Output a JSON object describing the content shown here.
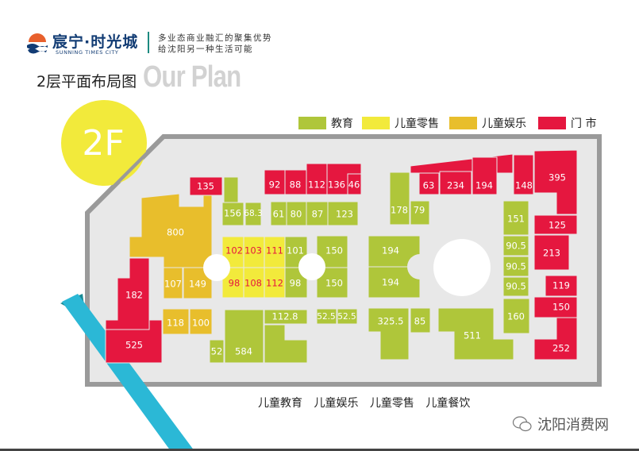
{
  "header": {
    "brand_name": "宸宁·时光城",
    "brand_en": "SUNNING TIMES CITY",
    "slogan_line1": "多业态商业融汇的聚集优势",
    "slogan_line2": "给沈阳另一种生活可能",
    "title": "2层平面布局图",
    "title_en": "Our Plan"
  },
  "floor_badge": "2F",
  "colors": {
    "education": "#afc63a",
    "kids_retail": "#f2ea3b",
    "kids_entertainment": "#e8be2c",
    "store": "#e5173f"
  },
  "legend": [
    {
      "label": "教育",
      "color": "#afc63a"
    },
    {
      "label": "儿童零售",
      "color": "#f2ea3b"
    },
    {
      "label": "儿童娱乐",
      "color": "#e8be2c"
    },
    {
      "label": "门 市",
      "color": "#e5173f"
    }
  ],
  "units": [
    {
      "area": "135",
      "type": "store"
    },
    {
      "area": "92",
      "type": "store"
    },
    {
      "area": "88",
      "type": "store"
    },
    {
      "area": "112",
      "type": "store"
    },
    {
      "area": "136",
      "type": "store"
    },
    {
      "area": "46",
      "type": "store"
    },
    {
      "area": "156",
      "type": "education"
    },
    {
      "area": "68.3",
      "type": "education"
    },
    {
      "area": "61",
      "type": "education"
    },
    {
      "area": "80",
      "type": "education"
    },
    {
      "area": "87",
      "type": "education"
    },
    {
      "area": "123",
      "type": "education"
    },
    {
      "area": "800",
      "type": "kids_entertainment"
    },
    {
      "area": "107",
      "type": "kids_entertainment"
    },
    {
      "area": "149",
      "type": "kids_entertainment"
    },
    {
      "area": "182",
      "type": "store"
    },
    {
      "area": "525",
      "type": "store"
    },
    {
      "area": "118",
      "type": "kids_entertainment"
    },
    {
      "area": "100",
      "type": "kids_entertainment"
    },
    {
      "area": "102",
      "type": "kids_retail"
    },
    {
      "area": "103",
      "type": "kids_retail"
    },
    {
      "area": "111",
      "type": "kids_retail"
    },
    {
      "area": "98",
      "type": "kids_retail"
    },
    {
      "area": "108",
      "type": "kids_retail"
    },
    {
      "area": "112",
      "type": "kids_retail"
    },
    {
      "area": "101",
      "type": "education"
    },
    {
      "area": "98",
      "type": "education"
    },
    {
      "area": "150",
      "type": "education"
    },
    {
      "area": "150",
      "type": "education"
    },
    {
      "area": "52",
      "type": "education"
    },
    {
      "area": "584",
      "type": "education"
    },
    {
      "area": "112.8",
      "type": "education"
    },
    {
      "area": "52.5",
      "type": "education"
    },
    {
      "area": "52.5",
      "type": "education"
    },
    {
      "area": "63",
      "type": "store"
    },
    {
      "area": "234",
      "type": "store"
    },
    {
      "area": "194",
      "type": "store"
    },
    {
      "area": "148",
      "type": "store"
    },
    {
      "area": "395",
      "type": "store"
    },
    {
      "area": "178",
      "type": "education"
    },
    {
      "area": "79",
      "type": "education"
    },
    {
      "area": "194",
      "type": "education"
    },
    {
      "area": "194",
      "type": "education"
    },
    {
      "area": "151",
      "type": "education"
    },
    {
      "area": "90.5",
      "type": "education"
    },
    {
      "area": "90.5",
      "type": "education"
    },
    {
      "area": "90.5",
      "type": "education"
    },
    {
      "area": "160",
      "type": "education"
    },
    {
      "area": "125",
      "type": "store"
    },
    {
      "area": "213",
      "type": "store"
    },
    {
      "area": "119",
      "type": "store"
    },
    {
      "area": "150",
      "type": "store"
    },
    {
      "area": "252",
      "type": "store"
    },
    {
      "area": "325.5",
      "type": "education"
    },
    {
      "area": "85",
      "type": "education"
    },
    {
      "area": "511",
      "type": "education"
    }
  ],
  "categories_caption": "儿童教育 儿童娱乐 儿童零售 儿童餐饮",
  "watermark": "沈阳消费网"
}
